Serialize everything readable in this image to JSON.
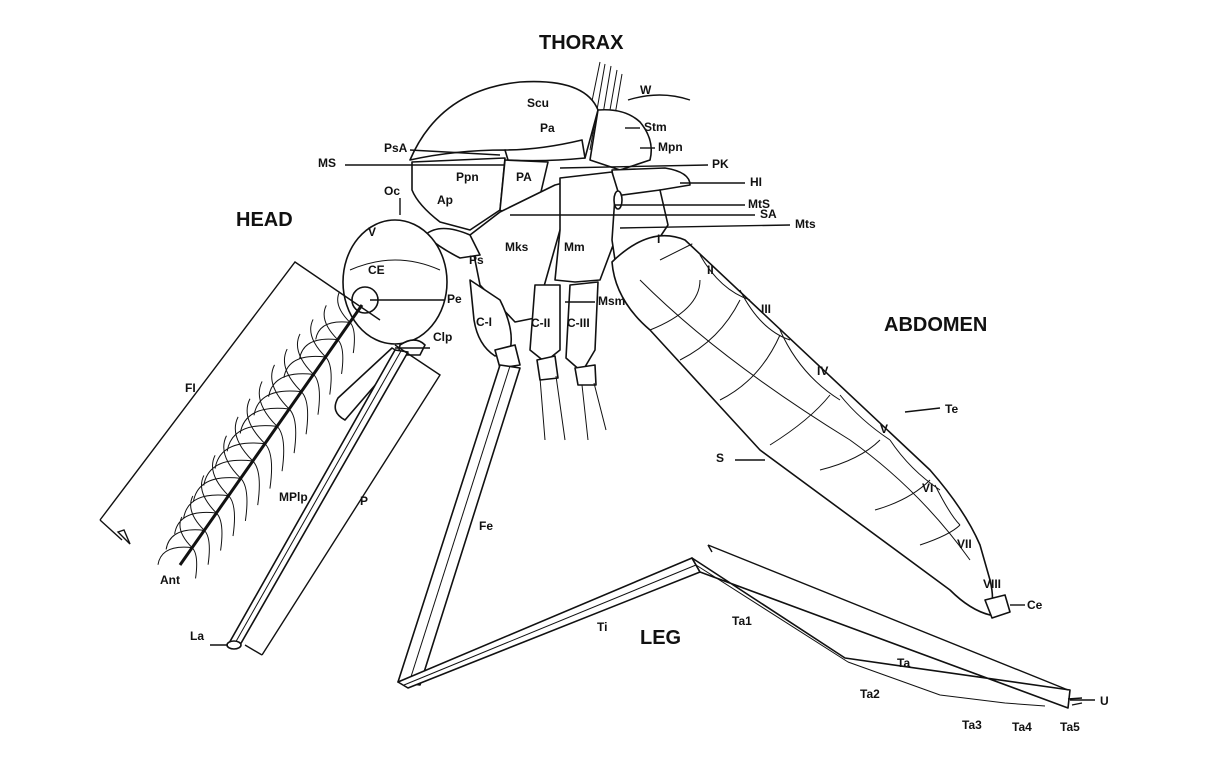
{
  "sections": {
    "thorax": "THORAX",
    "head": "HEAD",
    "abdomen": "ABDOMEN",
    "leg": "LEG"
  },
  "labels": {
    "W": "W",
    "Scu": "Scu",
    "Pa": "Pa",
    "Stm": "Stm",
    "Mpn": "Mpn",
    "PsA": "PsA",
    "MS": "MS",
    "PK": "PK",
    "HI": "HI",
    "Ppn": "Ppn",
    "PA": "PA",
    "Oc": "Oc",
    "Ap": "Ap",
    "MtS": "MtS",
    "SA": "SA",
    "Mts": "Mts",
    "V": "V",
    "Mks": "Mks",
    "Mm": "Mm",
    "I": "I",
    "CE": "CE",
    "Ps": "Ps",
    "II": "II",
    "Pe": "Pe",
    "Msm": "Msm",
    "III": "III",
    "C-I": "C-I",
    "C-II": "C-II",
    "C-III": "C-III",
    "Clp": "Clp",
    "FI": "FI",
    "IV": "IV",
    "Te": "Te",
    "V_abd": "V",
    "S": "S",
    "VI": "VI",
    "MPIp": "MPlp",
    "P": "P",
    "Fe": "Fe",
    "VII": "VII",
    "VIII": "VIII",
    "Ce": "Ce",
    "Ant": "Ant",
    "Ti": "Ti",
    "Ta1": "Ta1",
    "La": "La",
    "Ta": "Ta",
    "Ta2": "Ta2",
    "U": "U",
    "Ta3": "Ta3",
    "Ta4": "Ta4",
    "Ta5": "Ta5"
  }
}
